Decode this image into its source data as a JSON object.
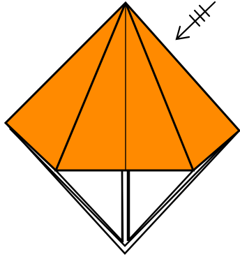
{
  "diagram": {
    "kind": "origami-fold-step",
    "colors": {
      "paper_colored_side": "#FF8A00",
      "paper_white_side": "#FFFFFF",
      "line": "#000000",
      "background": "#FFFFFF"
    },
    "symbols": [
      {
        "name": "repeat-arrow",
        "ticks": 3,
        "meaning": "repeat behind"
      }
    ]
  }
}
